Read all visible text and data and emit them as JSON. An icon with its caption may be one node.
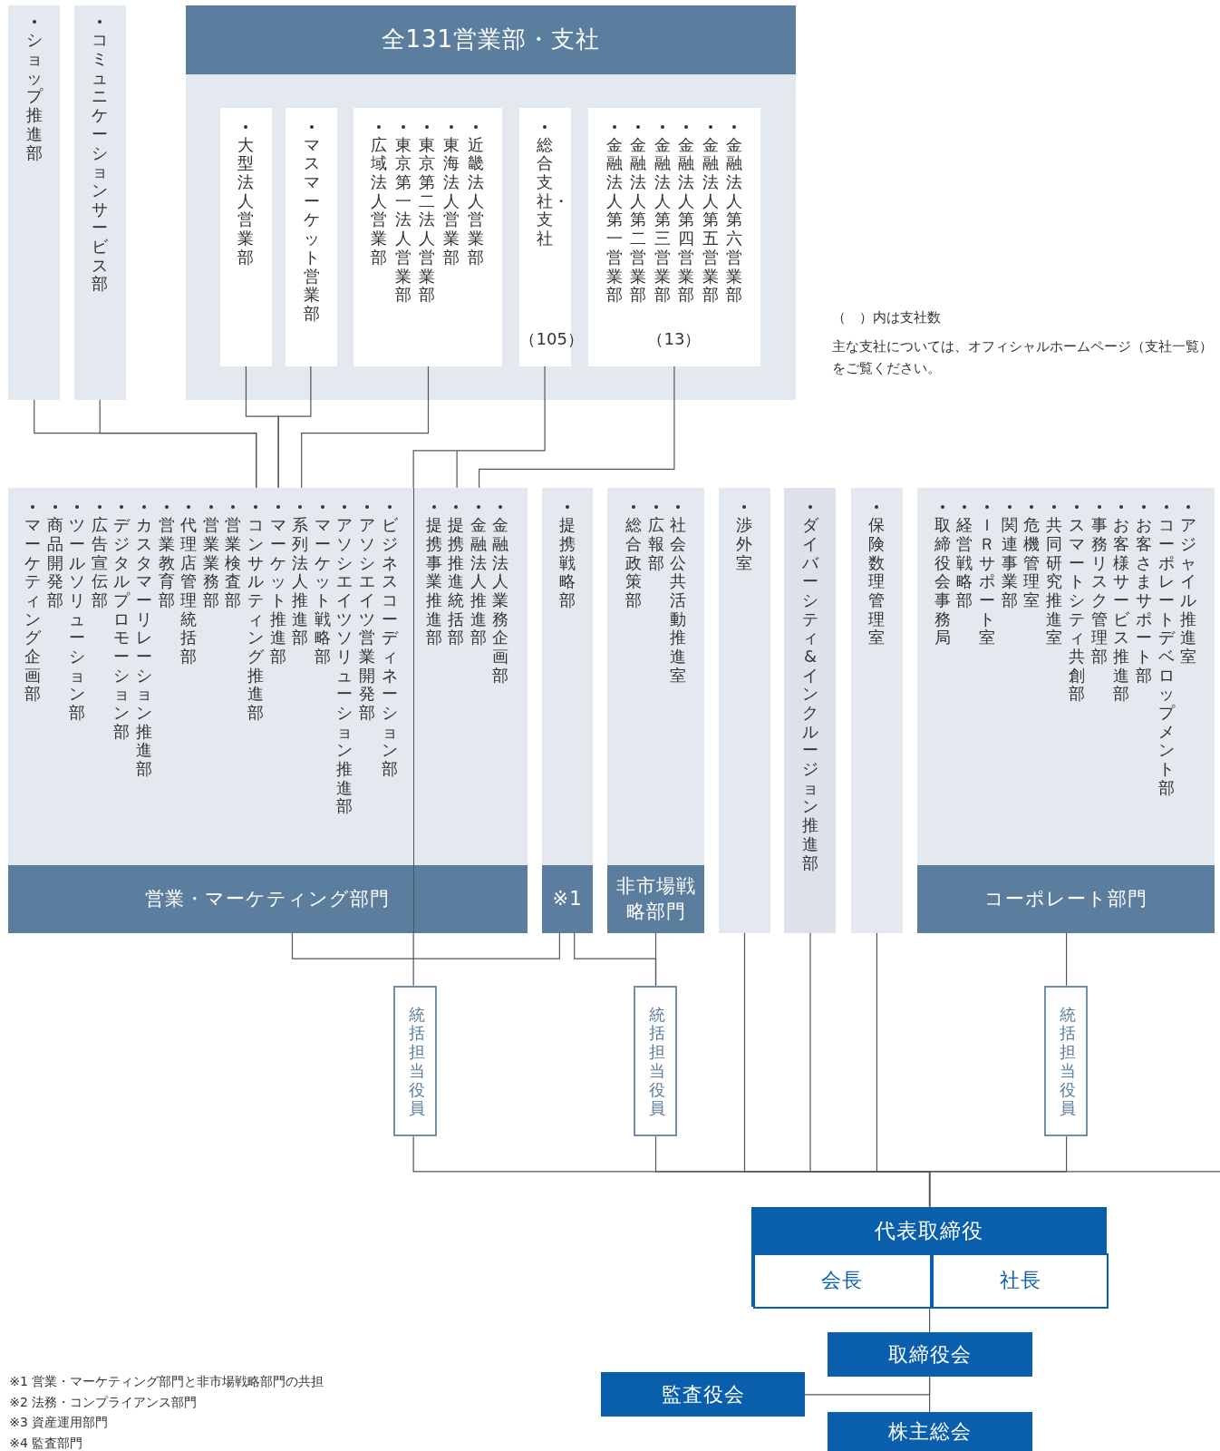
{
  "diagram": {
    "nodes": [
      {
        "text": [
          "ショップ推進部"
        ]
      },
      {
        "text": [
          "コミュニケーションサービス部"
        ]
      },
      {
        "text": [
          "全131営業部・支社"
        ]
      },
      {
        "text": [
          "大型法人営業部"
        ],
        "in": 2
      },
      {
        "text": [
          "マスマーケット営業部"
        ],
        "in": 2
      },
      {
        "text": [
          "近畿法人営業部",
          "東海法人営業部",
          "東京第二法人営業部",
          "東京第一法人営業部",
          "広域法人営業部"
        ],
        "in": 2
      },
      {
        "text": [
          "総合支社・支社",
          "（105）"
        ],
        "in": 2
      },
      {
        "text": [
          "金融法人第六営業部",
          "金融法人第五営業部",
          "金融法人第四営業部",
          "金融法人第三営業部",
          "金融法人第二営業部",
          "金融法人第一営業部",
          "（13）"
        ],
        "in": 2
      },
      {
        "text": [
          "金融法人業務企画部",
          "金融法人推進部",
          "提携推進統括部",
          "提携事業推進部",
          "ビジネスコーディネーション部",
          "アソシエイツ営業開発部",
          "アソシエイツソリューション推進部",
          "マーケット戦略部",
          "系列法人推進部",
          "マーケット推進部",
          "コンサルティング推進部",
          "営業検査部",
          "営業業務部",
          "代理店管理統括部",
          "営業教育部",
          "カスタマーリレーション推進部",
          "デジタルプロモーション部",
          "広告宣伝部",
          "ツールソリューション部",
          "商品開発部",
          "マーケティング企画部",
          "営業・マーケティング部門"
        ]
      },
      {
        "text": [
          "提携戦略部",
          "※1"
        ]
      },
      {
        "text": [
          "社会公共活動推進室",
          "広報部",
          "総合政策部",
          "非市場戦略部門"
        ]
      },
      {
        "text": [
          "渉外室"
        ]
      },
      {
        "text": [
          "ダイバーシティ&インクルージョン推進部"
        ]
      },
      {
        "text": [
          "保険数理管理室"
        ]
      },
      {
        "text": [
          "アジャイル推進室",
          "コーポレートデベロップメント部",
          "お客さまサポート部",
          "お客様サービス推進部",
          "事務リスク管理部",
          "スマートシティ共創部",
          "共同研究推進室",
          "危機管理室",
          "関連事業部",
          "ＩＲサポート室",
          "経営戦略部",
          "取締役会事務局",
          "コーポレート部門"
        ]
      },
      {
        "text": [
          "統括担当役員"
        ]
      },
      {
        "text": [
          "統括担当役員"
        ]
      },
      {
        "text": [
          "統括担当役員"
        ]
      },
      {
        "text": [
          "代表取締役"
        ]
      },
      {
        "text": [
          "会長"
        ],
        "in": 18
      },
      {
        "text": [
          "社長"
        ],
        "in": 18
      },
      {
        "text": [
          "取締役会"
        ]
      },
      {
        "text": [
          "監査役会"
        ]
      },
      {
        "text": [
          "株主総会"
        ]
      }
    ],
    "edges": [
      {
        "from": 0,
        "to": 8,
        "arrow": "none"
      },
      {
        "from": 1,
        "to": 8,
        "arrow": "none"
      },
      {
        "from": 3,
        "to": 8,
        "arrow": "none"
      },
      {
        "from": 4,
        "to": 8,
        "arrow": "none"
      },
      {
        "from": 5,
        "to": 8,
        "arrow": "none"
      },
      {
        "from": 6,
        "to": 8,
        "arrow": "none"
      },
      {
        "from": 8,
        "to": 15,
        "arrow": "none"
      },
      {
        "from": 7,
        "to": 8,
        "arrow": "none"
      },
      {
        "from": 8,
        "to": 9,
        "arrow": "none"
      },
      {
        "from": 9,
        "to": 16,
        "arrow": "none"
      },
      {
        "from": 10,
        "to": 16,
        "arrow": "none"
      },
      {
        "from": 14,
        "to": 17,
        "arrow": "none"
      },
      {
        "from": 15,
        "to": 18,
        "arrow": "none"
      },
      {
        "from": 16,
        "to": 18,
        "arrow": "none"
      },
      {
        "from": 11,
        "to": 18,
        "arrow": "none"
      },
      {
        "from": 12,
        "to": 18,
        "arrow": "none"
      },
      {
        "from": 13,
        "to": 18,
        "arrow": "none"
      },
      {
        "from": 17,
        "to": 18,
        "arrow": "none"
      },
      {
        "from": null,
        "to": 18,
        "arrow": "none"
      },
      {
        "from": 18,
        "to": 21,
        "arrow": "none"
      },
      {
        "from": 21,
        "to": 23,
        "arrow": "none"
      },
      {
        "from": 22,
        "to": 21,
        "arrow": "none"
      }
    ],
    "labels": [
      "（　）内は支社数",
      "主な支社については、オフィシャルホームページ（支社一覧）をご覧ください。",
      "※1 営業・マーケティング部門と非市場戦略部門の共担",
      "※2 法務・コンプライアンス部門",
      "※3 資産運用部門",
      "※4 監査部門"
    ]
  }
}
